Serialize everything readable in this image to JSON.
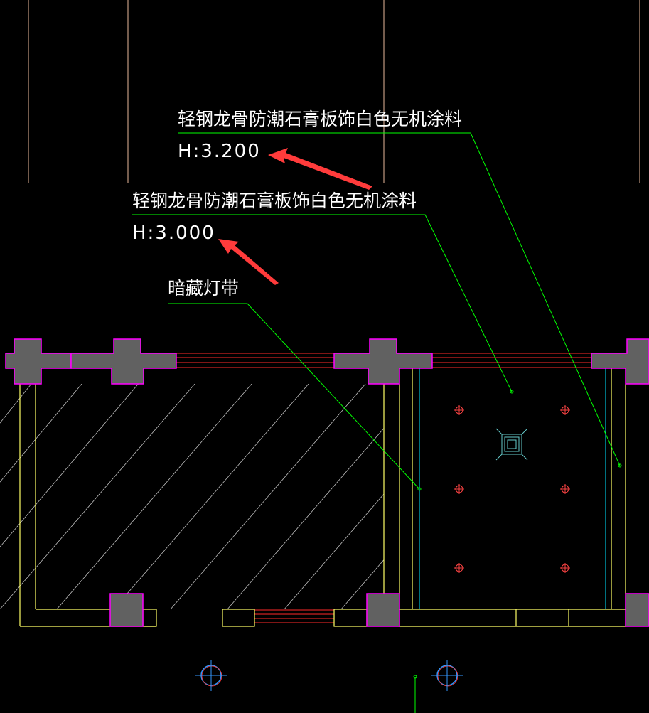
{
  "annotations": {
    "upper_ceiling": {
      "material": "轻钢龙骨防潮石膏板饰白色无机涂料",
      "height": "H:3.200"
    },
    "lower_ceiling": {
      "material": "轻钢龙骨防潮石膏板饰白色无机涂料",
      "height": "H:3.000"
    },
    "light_strip": {
      "label": "暗藏灯带"
    }
  },
  "colors": {
    "background": "#000000",
    "wall_fill": "#606060",
    "column_outline": "#ff00ff",
    "wall_line": "#ffff66",
    "leader_line": "#00ff00",
    "window_line": "#ff2222",
    "light_strip_line": "#00ffff",
    "arrow": "#ff3333",
    "hatch": "#ffffff",
    "text": "#ffffff",
    "guide_line": "#ffcc99",
    "downlight": "#ff4444",
    "axis_marker": "#3399ff"
  },
  "symbols": [
    "downlight-icon",
    "ceiling-diffuser-icon",
    "axis-marker-icon",
    "red-arrow-icon"
  ]
}
